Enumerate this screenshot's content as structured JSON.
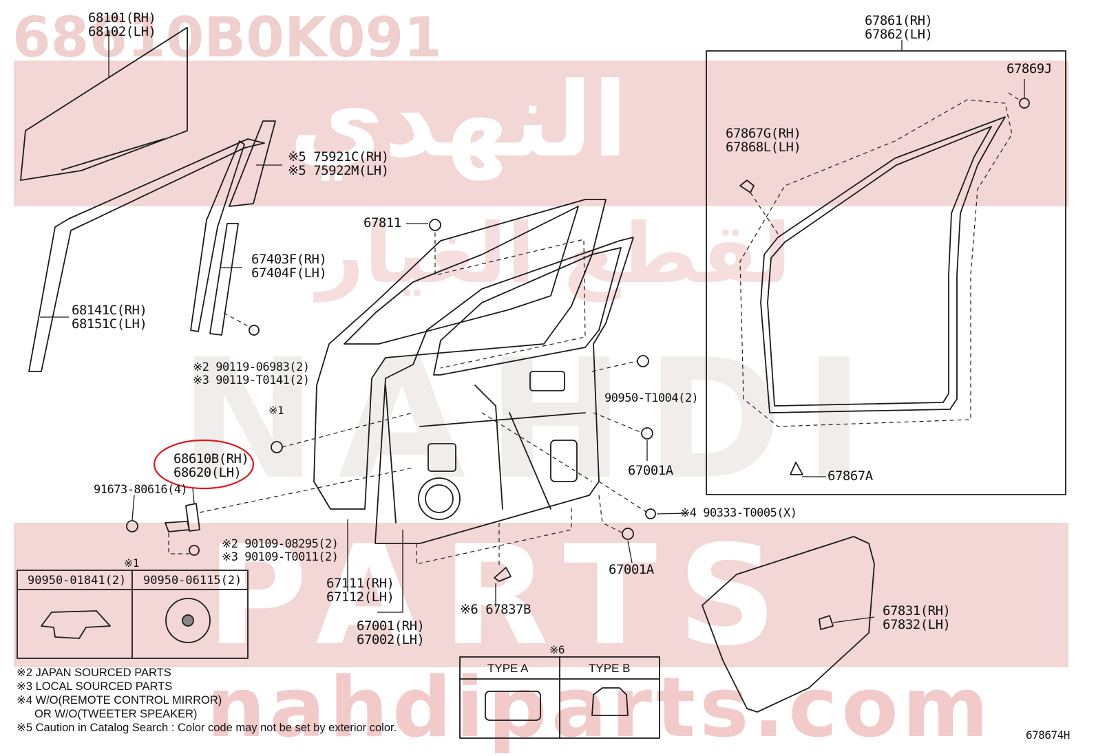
{
  "watermark": {
    "part_number": "68610B0K091",
    "arabic_top": "النهدي",
    "arabic_mid": "لقطع الغيار",
    "latin_mid": "NAHDI",
    "latin_low": "PARTS",
    "site": "nahdiparts.com"
  },
  "labels": {
    "p68101": "68101(RH)",
    "p68102": "68102(LH)",
    "p75921": "※5 75921C(RH)",
    "p75922": "※5 75922M(LH)",
    "p67811": "67811",
    "p67403": "67403F(RH)",
    "p67404": "67404F(LH)",
    "p68141": "68141C(RH)",
    "p68151": "68151C(LH)",
    "p90119a": "※2 90119-06983(2)",
    "p90119b": "※3 90119-T0141(2)",
    "x1": "※1",
    "p68610": "68610B(RH)",
    "p68620": "68620(LH)",
    "p91673": "91673-80616(4)",
    "p90109a": "※2 90109-08295(2)",
    "p90109b": "※3 90109-T0011(2)",
    "p90950": "90950-T1004(2)",
    "p67001a": "67001A",
    "p67001a2": "67001A",
    "p90333": "※4 90333-T0005(X)",
    "p67111": "67111(RH)",
    "p67112": "67112(LH)",
    "p67001": "67001(RH)",
    "p67002": "67002(LH)",
    "p67837": "※6 67837B",
    "p67861": "67861(RH)",
    "p67862": "67862(LH)",
    "p67869": "67869J",
    "p67867g": "67867G(RH)",
    "p67868": "67868L(LH)",
    "p67867a": "67867A",
    "p67831": "67831(RH)",
    "p67832": "67832(LH)",
    "fig": "678674H"
  },
  "table1": {
    "title": "※1",
    "col1": "90950-01841(2)",
    "col2": "90950-06115(2)"
  },
  "table6": {
    "title": "※6",
    "col1": "TYPE A",
    "col2": "TYPE B"
  },
  "notes": [
    "※2 JAPAN SOURCED PARTS",
    "※3 LOCAL SOURCED PARTS",
    "※4 W/O(REMOTE CONTROL MIRROR)",
    "OR W/O(TWEETER SPEAKER)",
    "※5 Caution in Catalog Search : Color code may not be set by exterior color."
  ],
  "colors": {
    "highlight": "#e01818",
    "watermark": "#f2caca",
    "line": "#1a1a1a"
  }
}
